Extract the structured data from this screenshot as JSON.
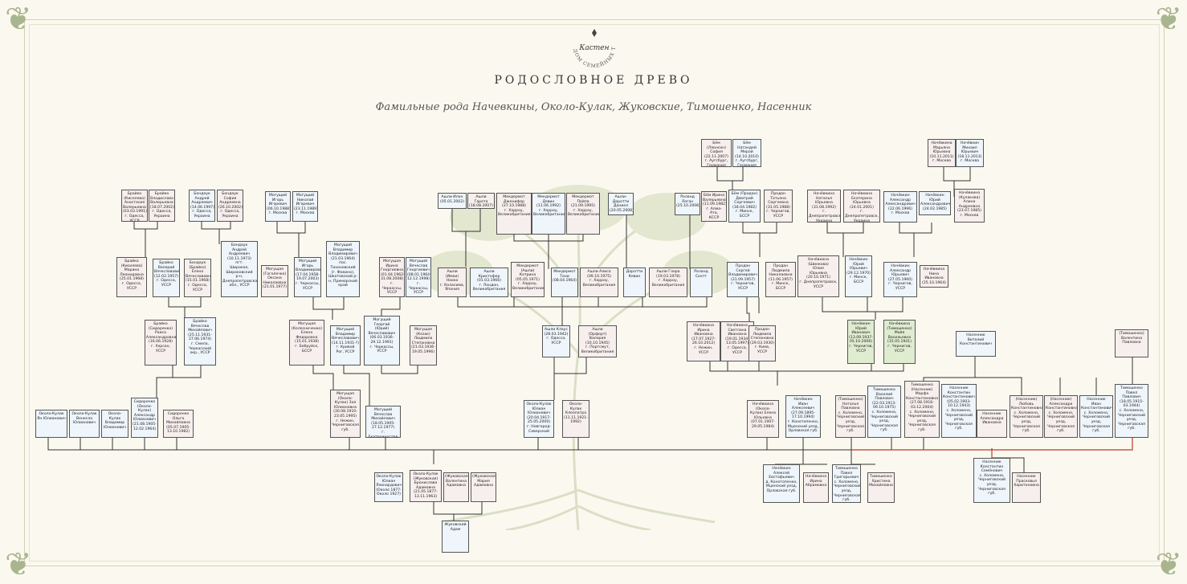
{
  "title": "РОДОСЛОВНОЕ ДРЕВО",
  "subtitle": "Фамильные рода Начевкины, Около-Кулак, Жуковские, Тимошенко, Насенник",
  "logo_text": "ДОМ СЕМЕЙНЫХ ТРАДИЦИЙ",
  "logo_mark": "Кастен",
  "nodes": [
    {
      "id": "n1",
      "t": "Брайко\n(Киселева)\nАнастасия\nВалерьевна\n(03.03.1991)\nг. Одесса,\nУССР",
      "c": "p"
    },
    {
      "id": "n2",
      "t": "Брайко\nВладислава\nВалерьевна\n(18.07.2002)\nг. Одесса,\nУкраина",
      "c": "p"
    },
    {
      "id": "n3",
      "t": "Бондаук\nАндрей\nАндреевич\n(14.06.1997)\nг. Одесса,\nУкраина",
      "c": "b"
    },
    {
      "id": "n4",
      "t": "Бондаук\nСофия\nАндреевна\n(26.10.2002)\nг. Одесса,\nУкраина",
      "c": "p"
    },
    {
      "id": "n5",
      "t": "Могущий\nИгорь\nИгоревич\n(06.10.1988)\nг. Москва",
      "c": "b"
    },
    {
      "id": "n6",
      "t": "Могущий\nНиколай\nИгоревич\n(23.11.1989)\nг. Москва",
      "c": "b"
    },
    {
      "id": "n7",
      "t": "Ашли Илон\n(05.01.2002)",
      "c": "b"
    },
    {
      "id": "n8",
      "t": "Ашли Гарета\n(18.08.2007)",
      "c": "p"
    },
    {
      "id": "n9",
      "t": "Мекдермот\nДженифер\n(27.10.1988)\nг. Харроу,\nВеликобритания",
      "c": "p"
    },
    {
      "id": "n10",
      "t": "Мекдермот\nДэвин\n(11.06.1992)\nг. Харроу,\nВеликобритания",
      "c": "b"
    },
    {
      "id": "n11",
      "t": "Мекдермот\nПайпа\n(21.09.1995)\nг. Харроу,\nВеликобритания",
      "c": "p"
    },
    {
      "id": "n12",
      "t": "Ашли-\nДоротти\nДаниел\n(20.05.2008)",
      "c": "b"
    },
    {
      "id": "n13",
      "t": "Роланд\nЛоган\n(25.10.2008)",
      "c": "b"
    },
    {
      "id": "n14",
      "t": "Бём (Ляонсон)\nСофия\n(22.11.2007)\nг. Аугсбург,\nГермания",
      "c": "p"
    },
    {
      "id": "n15",
      "t": "Бём Натандей\nМерой\n(14.10.2010)\nг. Аугсбург,\nГермания",
      "c": "b"
    },
    {
      "id": "n16",
      "t": "Бём Ирина\nВалерьевна\n(11.09.1982)\nг. Алма-Ата,\nКССР",
      "c": "p"
    },
    {
      "id": "n17",
      "t": "Бём (Продан)\nДмитрий\nСергеевич\n(18.04.1982)\nг. Минск,\nБССР",
      "c": "b"
    },
    {
      "id": "n18",
      "t": "Продан\nТатьяна\nСергеевна\n(31.05.1988)\nг. Чернигов,\nУССР",
      "c": "p"
    },
    {
      "id": "n19",
      "t": "Начёвкина\nНаталья\nЮрьевна\n(31.08.1992)\nг. Днепропетровск,\nУкраина",
      "c": "p"
    },
    {
      "id": "n20",
      "t": "Начёвкина\nЕкатерина\nЮрьевна\n(24.01.2001)\nг. Днепропетровск,\nУкраина",
      "c": "p"
    },
    {
      "id": "n21",
      "t": "Начёвкин\nАлександр\nАлександрович\n(22.06.1996)\nг. Москва",
      "c": "b"
    },
    {
      "id": "n22",
      "t": "Начёвкин\nЮрий\nАлександрович\n(24.02.1985)",
      "c": "b"
    },
    {
      "id": "n23",
      "t": "Начёвкина\nМарьяна\nЮрьевна\n(10.11.2011)\nг. Москва",
      "c": "p"
    },
    {
      "id": "n24",
      "t": "Начёвкин\nМихаил\nЮрьевич\n(18.11.2013)\nг. Москва",
      "c": "b"
    },
    {
      "id": "n25",
      "t": "Начёвкина\n(Кулакова)\nАлина\nАндреевна\n(23.07.1985)\nг. Москва",
      "c": "p"
    },
    {
      "id": "n26",
      "t": "Брайко\n(Кисилева)\nМарина\nЛеонидовна\n(25.01.1968)\nг. Одесса,\nУССР",
      "c": "p"
    },
    {
      "id": "n27",
      "t": "Брайко\nВалерий\nВячеславович\n(12.02.1957)\nг. Одесса,\nУССР",
      "c": "b"
    },
    {
      "id": "n28",
      "t": "Бондаук\n(Брайко)\nЕлена\nВячеславовна\n(15.01.1968)\nг. Одесса,\nУССР",
      "c": "p"
    },
    {
      "id": "n29",
      "t": "Бондаук\nАндрей\nАндреевич\n(10.11.1973)\nпгт.\nШирокое,\nШироковский\nр-н,\nДнепропетровская\nобл., УССР",
      "c": "b"
    },
    {
      "id": "n30",
      "t": "Могущая\n(Гоголечко)\nОксана\nНиколаевна\n(21.01.1977)",
      "c": "p"
    },
    {
      "id": "n31",
      "t": "Могущий\nИгорь\nВладимирович\n(17.04.1958-\n19.07.2003)\nг. Черкассы,\nУССР",
      "c": "b"
    },
    {
      "id": "n32",
      "t": "Могущий\nВладимир\nВладимирович\n(21.03.1964)\nпос.\nТихоновский\n(г. Фокино),\nШкотовский р-\nн, Приморский\nкрай",
      "c": "b"
    },
    {
      "id": "n33",
      "t": "Могущая\nИрина\nГеоргиевна\n(01.04.1962-\n31.08.2008)\nг. Черкассы,\nУССР",
      "c": "p"
    },
    {
      "id": "n34",
      "t": "Могущий\nВячеслав\nГеоргиевич\n(08.01.1964-\n12.12.1998)\nг. Черкассы,\nУССР",
      "c": "b"
    },
    {
      "id": "n35",
      "t": "Ашли\n(Имаи)\nНаоко\nг. Коласима,\nЯпония",
      "c": "p"
    },
    {
      "id": "n36",
      "t": "Ашли\nКристофер\n(01.03.1966)\nг. Лондон,\nВеликобритания",
      "c": "b"
    },
    {
      "id": "n37",
      "t": "Мекдермот\n(Ашли)\nКатрина\n(05.05.1971)\nг. Харроу,\nВеликобритания",
      "c": "p"
    },
    {
      "id": "n38",
      "t": "Мекдермот\nТони\n(08.04.1964)",
      "c": "b"
    },
    {
      "id": "n39",
      "t": "Ашли Алиса\n(09.10.1975)\nг. Харроу,\nВеликобритания",
      "c": "p"
    },
    {
      "id": "n40",
      "t": "Доротти\nКевин",
      "c": "b"
    },
    {
      "id": "n41",
      "t": "Ашли Глора\n(19.03.1978)\nг. Харроу,\nВеликобритания",
      "c": "p"
    },
    {
      "id": "n42",
      "t": "Роланд\nСкотт",
      "c": "b"
    },
    {
      "id": "n43",
      "t": "Продан\nСергей\nВладимирович\n(21.09.1957)\nг. Чернигов,\nУССР",
      "c": "b"
    },
    {
      "id": "n44",
      "t": "Продан\nЛюдмила\nНиколаевна\n(11.06.1957)\nг. Минск,\nБССР",
      "c": "p"
    },
    {
      "id": "n45",
      "t": "Начёвкина\n(Шинкова)\nЮлия\nЮрьевна\n(20.10.1971)\nг. Днепропетровск,\nУССР",
      "c": "p"
    },
    {
      "id": "n46",
      "t": "Начёвкин\nЮрий\nЮрьевич\n(29.12.1970)\nг. Минск,\nБССР",
      "c": "b"
    },
    {
      "id": "n47",
      "t": "Начёвкин\nАлександр\nЮрьевич\n(27.05.1960)\nг. Чернигов,\nУССР",
      "c": "b"
    },
    {
      "id": "n48",
      "t": "Начёвкина\nНина\nИвановна\n(25.10.1964)",
      "c": "p"
    },
    {
      "id": "n49",
      "t": "Брайко\n(Сидоренко)\nРаиса\nАлександровна\n(16.06.1928)\nг. Херсон,\nУССР",
      "c": "p"
    },
    {
      "id": "n50",
      "t": "Брайко\nВячеслав\nМихайлович\n(25.11.1931-\n27.06.1974)\nг. Смела,\nЧеркасский\nокр., УССР",
      "c": "b"
    },
    {
      "id": "n51",
      "t": "Могущая\n(Колесниченко)\nЕлена\nФедоровна\n(15.01.1938)\nг. Бобруйск,\nБССР",
      "c": "p"
    },
    {
      "id": "n52",
      "t": "Могущий\nВладимир\nВячеславович\n(14.11.1931-?)\nг. Кривой\nРог, УССР",
      "c": "b"
    },
    {
      "id": "n53",
      "t": "Могущий\nГеоргий\n(Юрий)\nВячеславович\n(06.03.1936-\n29.12.1991)\nг. Черкассы,\nУССР",
      "c": "b"
    },
    {
      "id": "n54",
      "t": "Могущая\n(Козак)\nЛюдмила\nСтепановна\n(21.03.1936-\n19.05.1996)",
      "c": "p"
    },
    {
      "id": "n55",
      "t": "Ашли Клаус\n(28.03.1942)\nг. Одесса,\nУССР",
      "c": "b"
    },
    {
      "id": "n56",
      "t": "Ашли\n(Орфорт)\nВалерия\n(10.10.1945)\nг. Портсмут,\nВеликобритания",
      "c": "p"
    },
    {
      "id": "n57",
      "t": "Начёвкина\nИрина\nИвановна\n(17.07.1927-\n26.10.2012)\nг. Нежин,\nУССР",
      "c": "p"
    },
    {
      "id": "n58",
      "t": "Начёвкина\nСветлана\nИвановна\n(19.01.1934-\n13.05.1997)\nг. Одесса,\nУССР",
      "c": "p"
    },
    {
      "id": "n59",
      "t": "Продан\nЛюдмила\nСтепановна\n(29.03.1930)\nг. Киев,\nУССР",
      "c": "p"
    },
    {
      "id": "n60",
      "t": "Начёвкин\nЮрий\nИванович\n(13.09.1937-\n05.10.2006)\nг. Чернигов,\nУССР",
      "c": "g"
    },
    {
      "id": "n61",
      "t": "Начёвкина\n(Тимошенко)\nМайя\nВасильевна\n(15.05.1941)\nг. Чернигов,\nУССР",
      "c": "g"
    },
    {
      "id": "n62",
      "t": "Насенник\nВиталий\nКонстантинович",
      "c": "b"
    },
    {
      "id": "n63",
      "t": "(Тимошенко)\nВалентина\nПавловна",
      "c": "p"
    },
    {
      "id": "n64",
      "t": "Около-Кулак\nЯн Юлианович",
      "c": "b"
    },
    {
      "id": "n65",
      "t": "Около-Кулак\nВенесла\nЮлианович",
      "c": "b"
    },
    {
      "id": "n66",
      "t": "Около-Кулак\nВладимир\nЮлианович",
      "c": "b"
    },
    {
      "id": "n67",
      "t": "Сидоренко\n(Около-\nКулак)\nАлександр\nЮлианович\n(21.08.1905-\n12.02.1964)",
      "c": "b"
    },
    {
      "id": "n68",
      "t": "Сидоренко\nОльга\nМихайловна\n(05.07.1905-\n13.10.1982)",
      "c": "p"
    },
    {
      "id": "n69",
      "t": "Могущая\n(Около-\nКулак) Зоя\nЮлиановна\n(30.08.1910-\n23.05.1995)\nг. Нежин,\nЧерниговская\nгуб.",
      "c": "p"
    },
    {
      "id": "n70",
      "t": "Могущий\nВячеслав\nМихайлович\n(18.05.1905-\n27.12.1977)\nг. Екатеринослав",
      "c": "b"
    },
    {
      "id": "n71",
      "t": "Около-Кулак\nЮлиан\nЮлианович\n(20.04.1917-\n25.05.2000)\nг. Новгород-\nСеверский",
      "c": "b"
    },
    {
      "id": "n72",
      "t": "Около-Кулак\nКлеопатра\n(11.11.1921-\n1992)",
      "c": "p"
    },
    {
      "id": "n73",
      "t": "Начёвкина\n(Около-\nКулак) Елена\nЮльевна\n(07.01.1907-\n29.05.1984)",
      "c": "p"
    },
    {
      "id": "n74",
      "t": "Начёвкин\nИван\nАлексеевич\n(27.09.1895-\n17.10.1994)\nг. Конотопенко,\nМценский уезд,\nОрловская губ.",
      "c": "b"
    },
    {
      "id": "n75",
      "t": "(Тимошенко)\nНаталья\nПавловна\nс. Холомено,\nЧерниговский\nуезд,\nЧерниговская\nгуб.",
      "c": "p"
    },
    {
      "id": "n76",
      "t": "Тимошенко\nВасилий\nПавлович\n(22.03.1913-\n09.10.1975)\nс. Холомено,\nЧерниговский\nуезд,\nЧерниговская\nгуб.",
      "c": "b"
    },
    {
      "id": "n77",
      "t": "Тимошенко\n(Насенник)\nМарфа\nКонстантиновна\n(27.08.1916-\n03.12.2004)\nс. Холомено,\nЧерниговский\nуезд,\nЧерниговская\nгуб.",
      "c": "p"
    },
    {
      "id": "n78",
      "t": "Насенник\nКонстантин\nКонстантинович\n(05.02.1903-\n10.12.1943)\nс. Холомено,\nЧерниговский\nуезд,\nЧерниговская\nгуб.",
      "c": "b"
    },
    {
      "id": "n79",
      "t": "Насенник\nАлександра\nИвановна",
      "c": "p"
    },
    {
      "id": "n80",
      "t": "(Насенник)\nЛюбовь\nКонстантиновна\nс. Холомено,\nЧерниговский\nуезд,\nЧерниговская\nгуб.",
      "c": "p"
    },
    {
      "id": "n81",
      "t": "(Насенник)\nАлександра\nКонстантиновна\nс. Холомено,\nЧерниговский\nуезд,\nЧерниговская\nгуб.",
      "c": "p"
    },
    {
      "id": "n82",
      "t": "Насенник\nИван\nКонстантинович\nс. Холомено,\nЧерниговский\nуезд,\nЧерниговская\nгуб.",
      "c": "b"
    },
    {
      "id": "n83",
      "t": "Тимошенко\nПавел\nПавлович\n(18.05.1915-\n03.1944)\nс. Холомено,\nЧерниговский\nуезд,\nЧерниговская\nгуб.",
      "c": "b"
    },
    {
      "id": "n84",
      "t": "Около-Кулак\nЮлиан\nЛеонардович\n(Около 1877-\nОколо 1927)",
      "c": "b"
    },
    {
      "id": "n85",
      "t": "Около-Кулак\n(Жуковская)\nБронислава\nАдамовна\n(21.05.1877-\n13.11.1963)",
      "c": "p"
    },
    {
      "id": "n86",
      "t": "(Жуковская)\nВалентина\nАдамовна",
      "c": "p"
    },
    {
      "id": "n87",
      "t": "(Жуковская)\nМария\nАдамовна",
      "c": "p"
    },
    {
      "id": "n88",
      "t": "Жуковский\nАдам",
      "c": "b"
    },
    {
      "id": "n89",
      "t": "Начёвкин\nАлексей\nЕвстафьевич\nд. Конотопенко,\nМценский уезд,\nОрловская губ.",
      "c": "b"
    },
    {
      "id": "n90",
      "t": "Начёвкина\nИрина\nАбрамовна",
      "c": "p"
    },
    {
      "id": "n91",
      "t": "Тимошенко\nПавел\nГригорьевич\nс. Холомено,\nЧерниговский\nуезд,\nЧерниговская\nгуб.",
      "c": "b"
    },
    {
      "id": "n92",
      "t": "Тимошенко\nХристина\nМихайловна",
      "c": "p"
    },
    {
      "id": "n93",
      "t": "Насенник\nКонстантин\nСемёнович\nс. Холомено,\nЧерниговский\nуезд,\nЧерниговская\nгуб.",
      "c": "b"
    },
    {
      "id": "n94",
      "t": "Насенник\nПрасковья\nХаритоновна",
      "c": "p"
    }
  ]
}
